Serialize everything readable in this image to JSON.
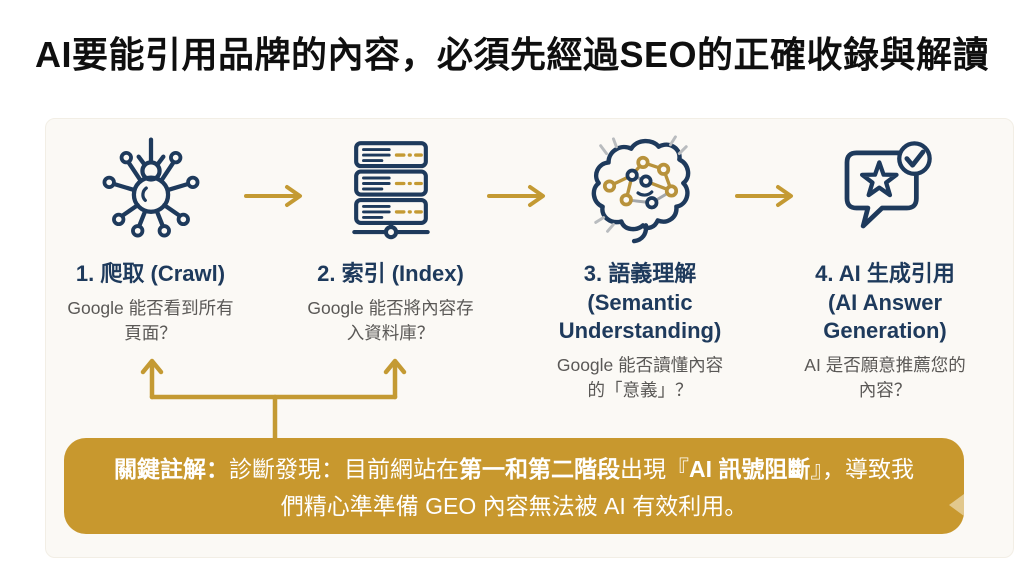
{
  "title": "AI要能引用品牌的內容，必須先經過SEO的正確收錄與解讀",
  "steps": [
    {
      "icon": "spider-crawler-icon",
      "heading": "1. 爬取 (Crawl)",
      "description": "Google 能否看到所有\n頁面？"
    },
    {
      "icon": "server-index-icon",
      "heading": "2. 索引 (Index)",
      "description": "Google 能否將內容存\n入資料庫？"
    },
    {
      "icon": "brain-semantic-icon",
      "heading": "3. 語義理解\n(Semantic\nUnderstanding)",
      "description": "Google 能否讀懂內容\n的「意義」？"
    },
    {
      "icon": "chat-citation-icon",
      "heading": "4. AI 生成引用\n(AI Answer\nGeneration)",
      "description": "AI 是否願意推薦您的\n內容？"
    }
  ],
  "annotation": {
    "label": "關鍵註解：",
    "text_1": "診斷發現：目前網站在",
    "bold_1": "第一和第二階段",
    "text_2": "出現『",
    "bold_2": "AI 訊號阻斷",
    "text_3": "』，導致我們精心準準備 GEO 內容無法被 AI 有效利用。"
  },
  "colors": {
    "navy": "#1e3a5c",
    "gold": "#c49a33",
    "annotation_bg": "#c8982e",
    "description_gray": "#5a5856",
    "title_black": "#0f0f0f"
  }
}
